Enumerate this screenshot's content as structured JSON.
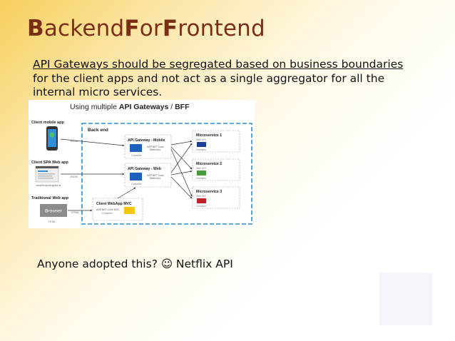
{
  "title": {
    "part1_cap": "B",
    "part1_rest": "ackend",
    "part2_cap": "F",
    "part2_rest": "or",
    "part3_cap": "F",
    "part3_rest": "rontend"
  },
  "body": {
    "line1": "API Gateways should be segregated based on business boundaries",
    "line2": "for the client apps and not act as a single aggregator for all the",
    "line3": "internal micro services."
  },
  "diagram": {
    "heading_prefix": "Using multiple ",
    "heading_bold1": "API Gateways",
    "heading_sep": " / ",
    "heading_bold2": "BFF",
    "backend_label": "Back end",
    "clients": {
      "mobile": {
        "label": "Client mobile app",
        "protocol": "JSON"
      },
      "spa": {
        "label": "Client SPA Web app",
        "protocol": "JSON",
        "sub": "JavaScript/Angular.js"
      },
      "traditional": {
        "label": "Traditional Web app",
        "browser": "Browser",
        "protocol": "HTML",
        "sub": "HTML"
      }
    },
    "gateways": {
      "mobile": {
        "label": "API Gateway - Mobile",
        "tech": "ASP.NET Core",
        "tech2": "WebHost",
        "container": "Container"
      },
      "web": {
        "label": "API Gateway - Web",
        "tech": "ASP.NET Core",
        "tech2": "WebHost",
        "container": "Container"
      }
    },
    "webapp": {
      "label": "Client WebApp MVC",
      "tech": "ASP.NET Core MVC",
      "container": "Container"
    },
    "services": [
      {
        "label": "Microservice 1",
        "api": "Web API",
        "container": "Container",
        "color": "#1f3f94"
      },
      {
        "label": "Microservice 2",
        "api": "Web API",
        "container": "Container",
        "color": "#4a9e3a"
      },
      {
        "label": "Microservice 3",
        "api": "Web API",
        "container": "Container",
        "color": "#c0202a"
      }
    ],
    "colors": {
      "backend_border": "#2b8fd1",
      "gateway_icon": "#1f5fbf",
      "webapp_icon": "#f3c613"
    }
  },
  "footer": {
    "text": "Anyone adopted this? ☺ Netflix API"
  }
}
